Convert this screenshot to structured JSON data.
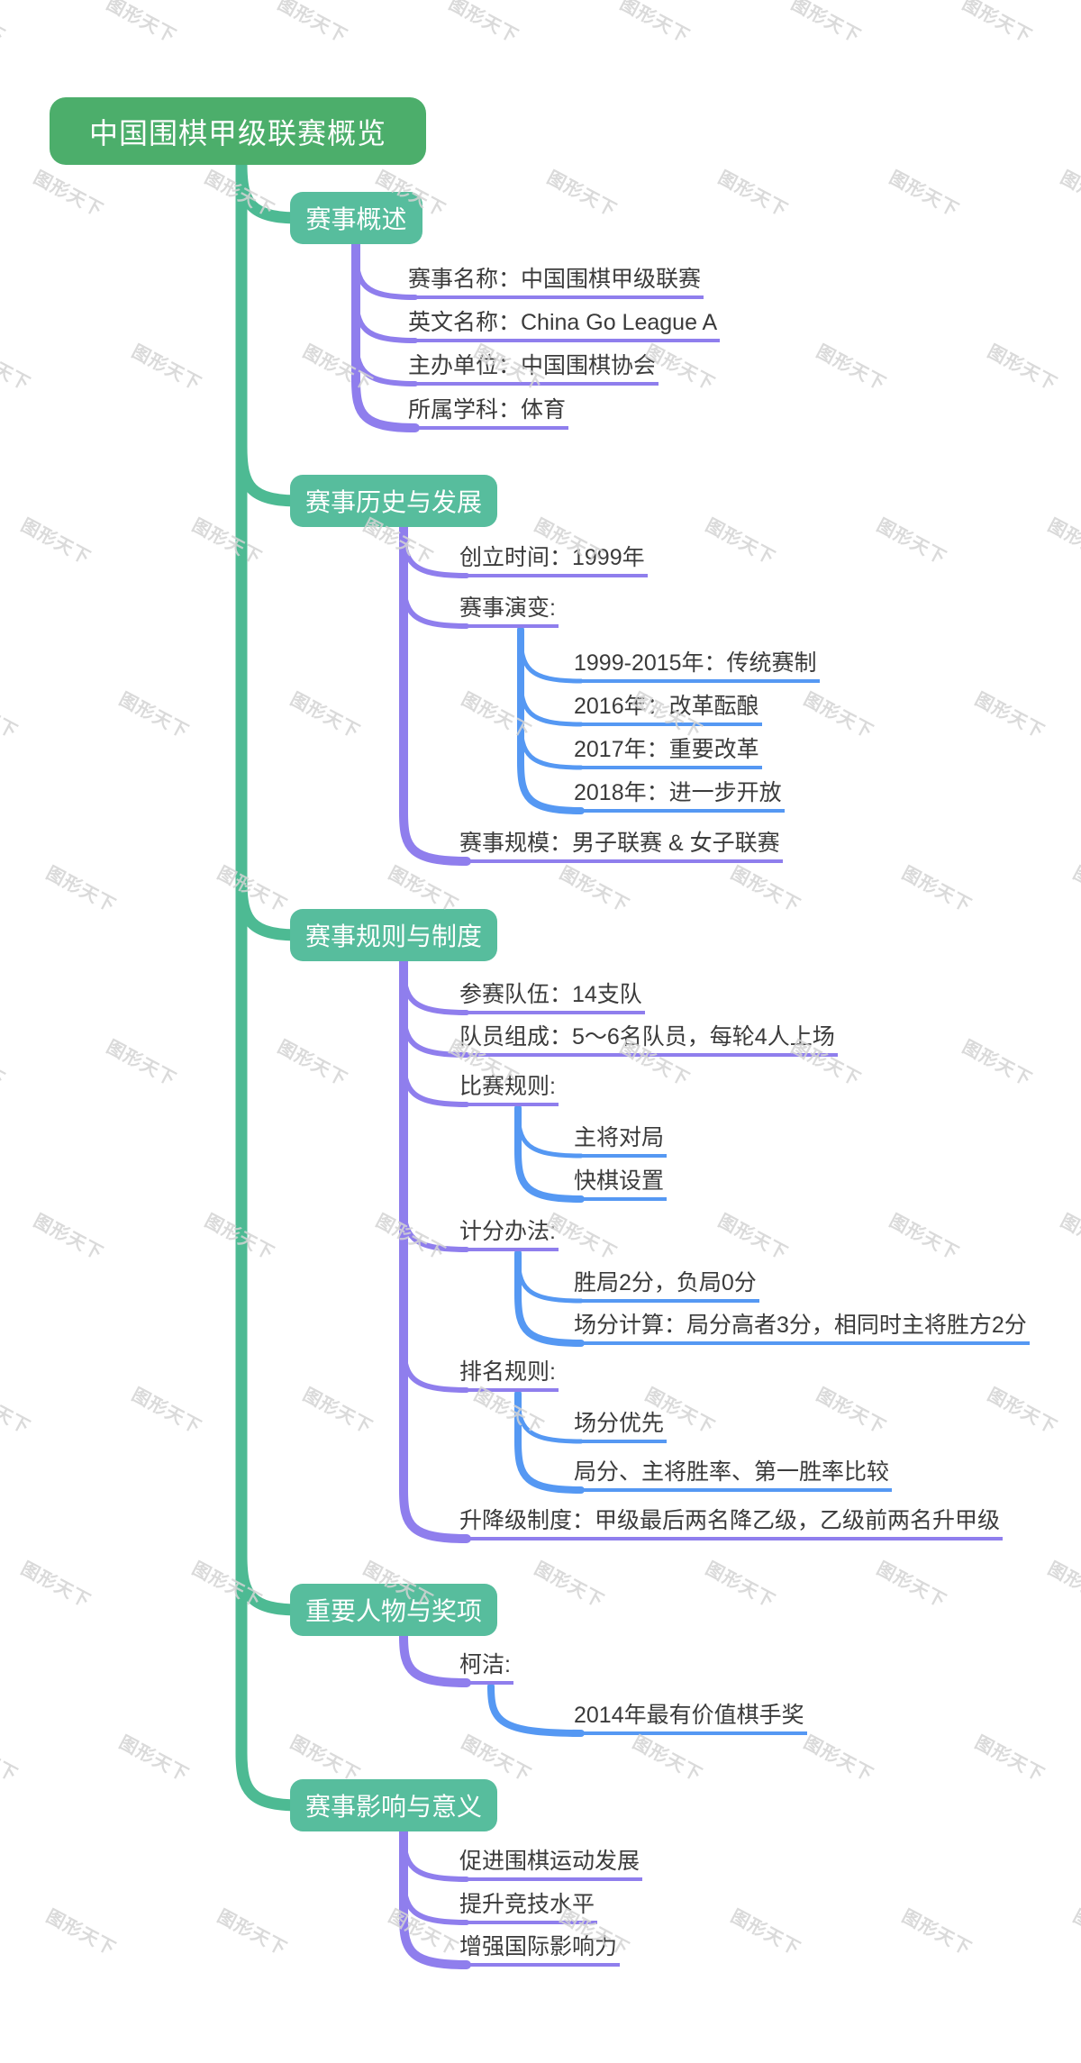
{
  "watermark": {
    "text": "图形天下",
    "color": "#d4d4d4"
  },
  "colors": {
    "root_bg": "#4cae6b",
    "branch_bg": "#57bd9d",
    "trunk_green": "#4dba93",
    "purple": "#8f7eed",
    "blue": "#5598f3",
    "leaf_text": "#3b3b3b"
  },
  "root": {
    "label": "中国围棋甲级联赛概览"
  },
  "branches": [
    {
      "label": "赛事概述",
      "children": [
        {
          "label": "赛事名称：中国围棋甲级联赛"
        },
        {
          "label": "英文名称：China Go League A"
        },
        {
          "label": "主办单位：中国围棋协会"
        },
        {
          "label": "所属学科：体育"
        }
      ]
    },
    {
      "label": "赛事历史与发展",
      "children": [
        {
          "label": "创立时间：1999年"
        },
        {
          "label": "赛事演变:",
          "children": [
            {
              "label": "1999-2015年：传统赛制"
            },
            {
              "label": "2016年：改革酝酿"
            },
            {
              "label": "2017年：重要改革"
            },
            {
              "label": "2018年：进一步开放"
            }
          ]
        },
        {
          "label": "赛事规模：男子联赛 & 女子联赛"
        }
      ]
    },
    {
      "label": "赛事规则与制度",
      "children": [
        {
          "label": "参赛队伍：14支队"
        },
        {
          "label": "队员组成：5～6名队员，每轮4人上场"
        },
        {
          "label": "比赛规则:",
          "children": [
            {
              "label": "主将对局"
            },
            {
              "label": "快棋设置"
            }
          ]
        },
        {
          "label": "计分办法:",
          "children": [
            {
              "label": "胜局2分，负局0分"
            },
            {
              "label": "场分计算：局分高者3分，相同时主将胜方2分"
            }
          ]
        },
        {
          "label": "排名规则:",
          "children": [
            {
              "label": "场分优先"
            },
            {
              "label": "局分、主将胜率、第一胜率比较"
            }
          ]
        },
        {
          "label": "升降级制度：甲级最后两名降乙级，乙级前两名升甲级"
        }
      ]
    },
    {
      "label": "重要人物与奖项",
      "children": [
        {
          "label": "柯洁:",
          "children": [
            {
              "label": "2014年最有价值棋手奖"
            }
          ]
        }
      ]
    },
    {
      "label": "赛事影响与意义",
      "children": [
        {
          "label": "促进围棋运动发展"
        },
        {
          "label": "提升竞技水平"
        },
        {
          "label": "增强国际影响力"
        }
      ]
    }
  ]
}
